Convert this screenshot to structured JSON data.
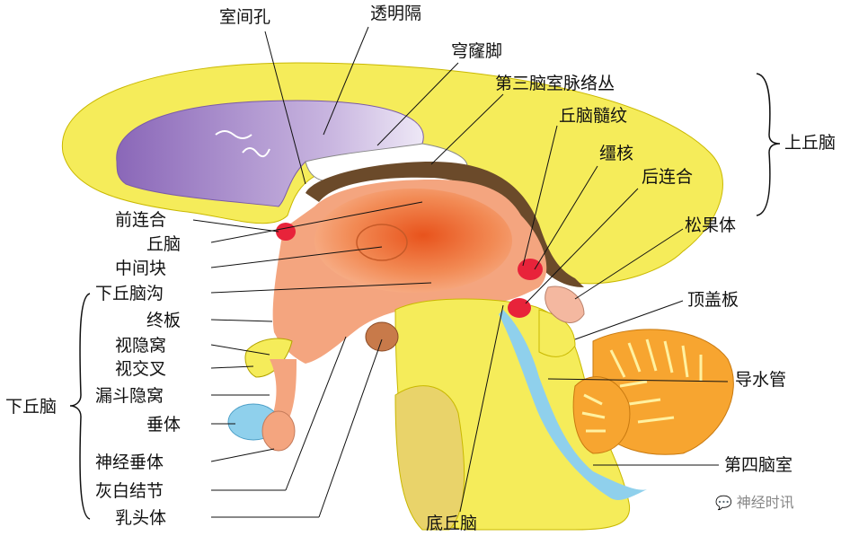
{
  "labels": {
    "interventricular_foramen": "室间孔",
    "septum_pellucidum": "透明隔",
    "fornix_crus": "穹窿脚",
    "choroid_plexus": "第三脑室脉络丛",
    "stria_medullaris": "丘脑髓纹",
    "habenular_nucleus": "缰核",
    "posterior_commissure": "后连合",
    "epithalamus": "上丘脑",
    "pineal_body": "松果体",
    "anterior_commissure": "前连合",
    "thalamus": "丘脑",
    "interthalamic_adhesion": "中间块",
    "hypothalamic_sulcus": "下丘脑沟",
    "lamina_terminalis": "终板",
    "optic_recess": "视隐窝",
    "optic_chiasm": "视交叉",
    "infundibular_recess": "漏斗隐窝",
    "hypophysis": "垂体",
    "neurohypophysis": "神经垂体",
    "tuber_cinereum": "灰白结节",
    "mammillary_body": "乳头体",
    "hypothalamus": "下丘脑",
    "tectal_plate": "顶盖板",
    "cerebral_aqueduct": "导水管",
    "fourth_ventricle": "第四脑室",
    "subthalamus": "底丘脑"
  },
  "watermark": "神经时讯",
  "colors": {
    "yellow": "#f5ec5a",
    "purple": "#9b7bc4",
    "orange": "#f08a4b",
    "salmon": "#f4a57f",
    "blue": "#8fd0ec",
    "red": "#e8233a",
    "brown": "#6b4a2a"
  }
}
